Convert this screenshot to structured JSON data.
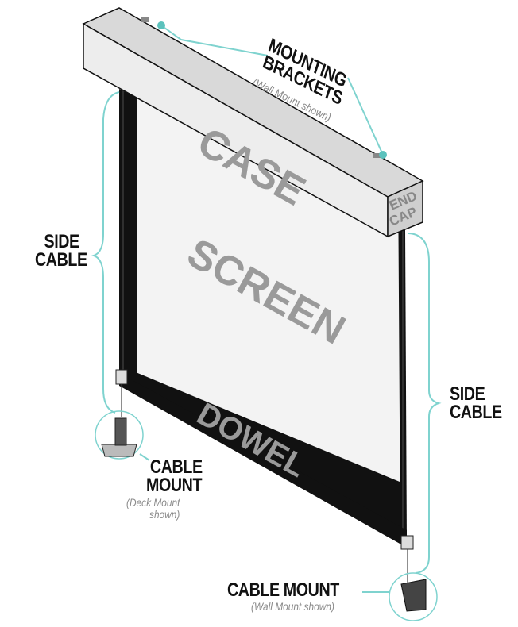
{
  "labels": {
    "case": "CASE",
    "end_cap_line1": "END",
    "end_cap_line2": "CAP",
    "screen": "SCREEN",
    "dowel": "DOWEL",
    "mounting_brackets_line1": "MOUNTING",
    "mounting_brackets_line2": "BRACKETS",
    "mounting_brackets_sub": "(Wall Mount shown)",
    "side_cable_left_line1": "SIDE",
    "side_cable_left_line2": "CABLE",
    "side_cable_right_line1": "SIDE",
    "side_cable_right_line2": "CABLE",
    "cable_mount_left_line1": "CABLE",
    "cable_mount_left_line2": "MOUNT",
    "cable_mount_left_sub1": "(Deck Mount",
    "cable_mount_left_sub2": "shown)",
    "cable_mount_right": "CABLE MOUNT",
    "cable_mount_right_sub": "(Wall Mount shown)"
  },
  "colors": {
    "callout": "#7fd3cf",
    "callout_dot": "#5cc2bd",
    "frame": "#111111",
    "case_fill": "#ededed",
    "screen_fill": "#f3f3f3",
    "watermark_text": "#9a9a9a"
  }
}
